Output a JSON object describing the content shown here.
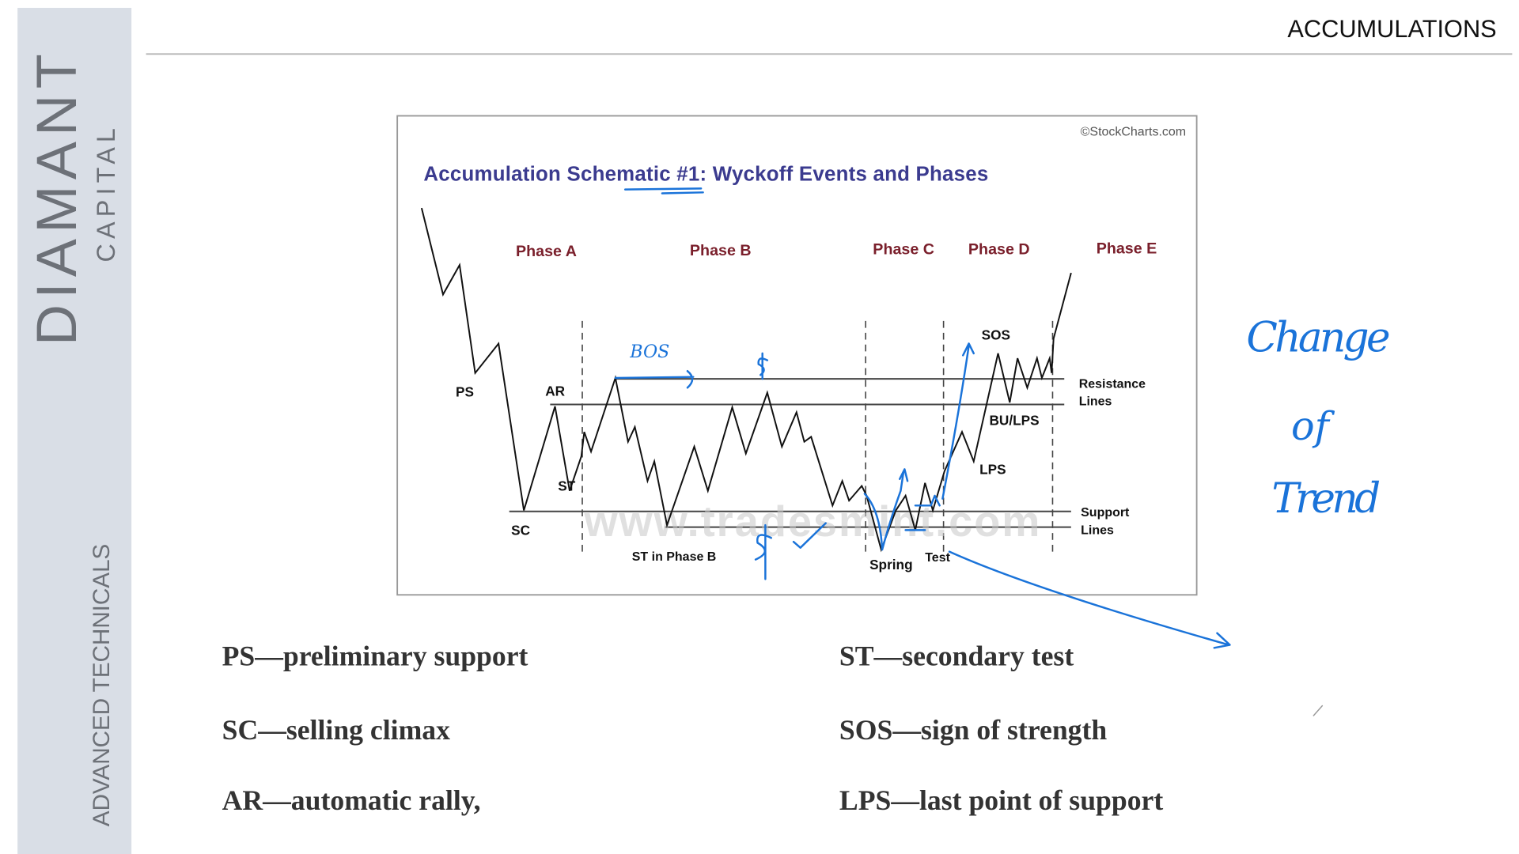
{
  "sidebar": {
    "brand": "DIAMANT",
    "brand_sub": "CAPITAL",
    "section": "ADVANCED TECHNICALS",
    "background": "#d9dee6"
  },
  "header": {
    "title": "ACCUMULATIONS"
  },
  "schematic": {
    "copyright": "©StockCharts.com",
    "title": "Accumulation Schematic #1: Wyckoff Events and Phases",
    "title_color": "#3b3b8f",
    "phase_color": "#7a1f2b",
    "phases": [
      "Phase A",
      "Phase B",
      "Phase C",
      "Phase D",
      "Phase E"
    ],
    "events": {
      "ps": "PS",
      "ar": "AR",
      "sc": "SC",
      "st": "ST",
      "st_phase_b": "ST in Phase B",
      "spring": "Spring",
      "test": "Test",
      "sos": "SOS",
      "bu_lps": "BU/LPS",
      "lps": "LPS"
    },
    "resistance_label": [
      "Resistance",
      "Lines"
    ],
    "support_label": [
      "Support",
      "Lines"
    ],
    "watermark": "www.tradesmint.com"
  },
  "annotations": {
    "ink_color": "#1a73d9",
    "bos": "BOS",
    "dollar": "$",
    "change_of_trend": [
      "Change",
      "of",
      "Trend"
    ]
  },
  "definitions": {
    "left": [
      "PS—preliminary support",
      "SC—selling climax",
      "AR—automatic rally,"
    ],
    "right": [
      "ST—secondary test",
      "SOS—sign of strength",
      "LPS—last point of support"
    ]
  }
}
